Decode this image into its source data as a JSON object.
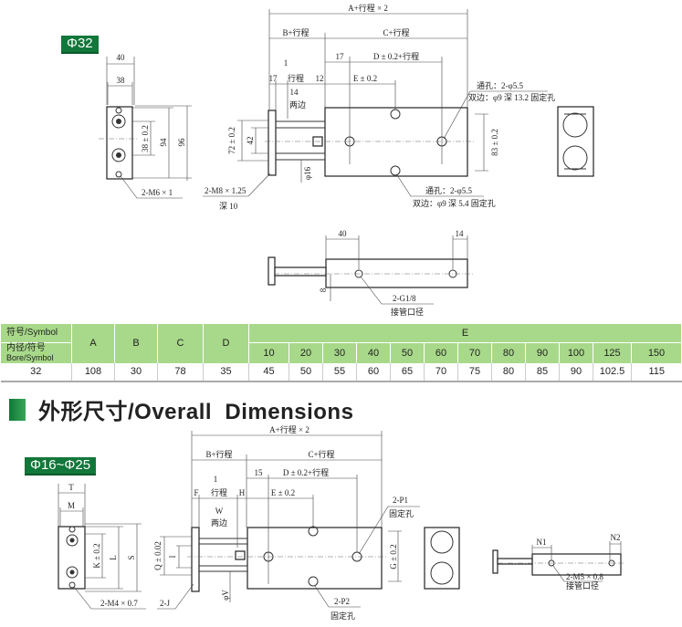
{
  "top": {
    "badge": "Φ32",
    "end_view": {
      "w_outer": "40",
      "w_inner": "38",
      "hole_pitch": "38 ± 0.2",
      "h_inner": "94",
      "h_outer": "96",
      "thread": "2-M6 × 1"
    },
    "main_view": {
      "a": "A+行程 × 2",
      "b": "B+行程",
      "c": "C+行程",
      "d_left": "17",
      "d": "D ± 0.2+行程",
      "f": "17",
      "stroke": "行程",
      "h": "12",
      "e": "E ± 0.2",
      "one": "1",
      "w": "14",
      "w_note": "两边",
      "q": "72 ± 0.2",
      "i": "42",
      "rod": "φ16",
      "thread1": "2-M8 × 1.25",
      "thread2": "深 10",
      "g": "83 ± 0.2",
      "p1_a": "通孔：2-φ5.5",
      "p1_b": "双边：φ9 深 13.2 固定孔",
      "p2_a": "通孔：2-φ5.5",
      "p2_b": "双边：φ9 深 5.4 固定孔"
    },
    "side_view": {
      "n1": "40",
      "n2": "14",
      "offset": "8",
      "port": "2-G1/8",
      "port_note": "接管口径"
    }
  },
  "table": {
    "symbol": "符号/Symbol",
    "bore": "内径/符号",
    "bore_en": "Bore/Symbol",
    "cols": [
      "A",
      "B",
      "C",
      "D"
    ],
    "e_label": "E",
    "e_strokes": [
      "10",
      "20",
      "30",
      "40",
      "50",
      "60",
      "70",
      "80",
      "90",
      "100",
      "125",
      "150"
    ],
    "row": {
      "bore": "32",
      "values": [
        "108",
        "30",
        "78",
        "35"
      ],
      "e_values": [
        "45",
        "50",
        "55",
        "60",
        "65",
        "70",
        "75",
        "80",
        "85",
        "90",
        "102.5",
        "115"
      ]
    }
  },
  "heading": "外形尺寸/Overall  Dimensions",
  "bottom": {
    "badge": "Φ16~Φ25",
    "end_view": {
      "t": "T",
      "m": "M",
      "k": "K ± 0.2",
      "l": "L",
      "s": "S",
      "thread": "2-M4 × 0.7"
    },
    "main_view": {
      "a": "A+行程 × 2",
      "b": "B+行程",
      "c": "C+行程",
      "d_left": "15",
      "d": "D ± 0.2+行程",
      "f": "F",
      "stroke": "行程",
      "h": "H",
      "e": "E ± 0.2",
      "one": "1",
      "w": "W",
      "w_note": "两边",
      "q": "Q ± 0.02",
      "i": "I",
      "rod": "φV",
      "j": "2-J",
      "g": "G ± 0.2",
      "p1": "2-P1",
      "p1_note": "固定孔",
      "p2": "2-P2",
      "p2_note": "固定孔"
    },
    "side_view": {
      "n1": "N1",
      "n2": "N2",
      "port": "2-M5 × 0.8",
      "port_note": "接管口径"
    }
  }
}
